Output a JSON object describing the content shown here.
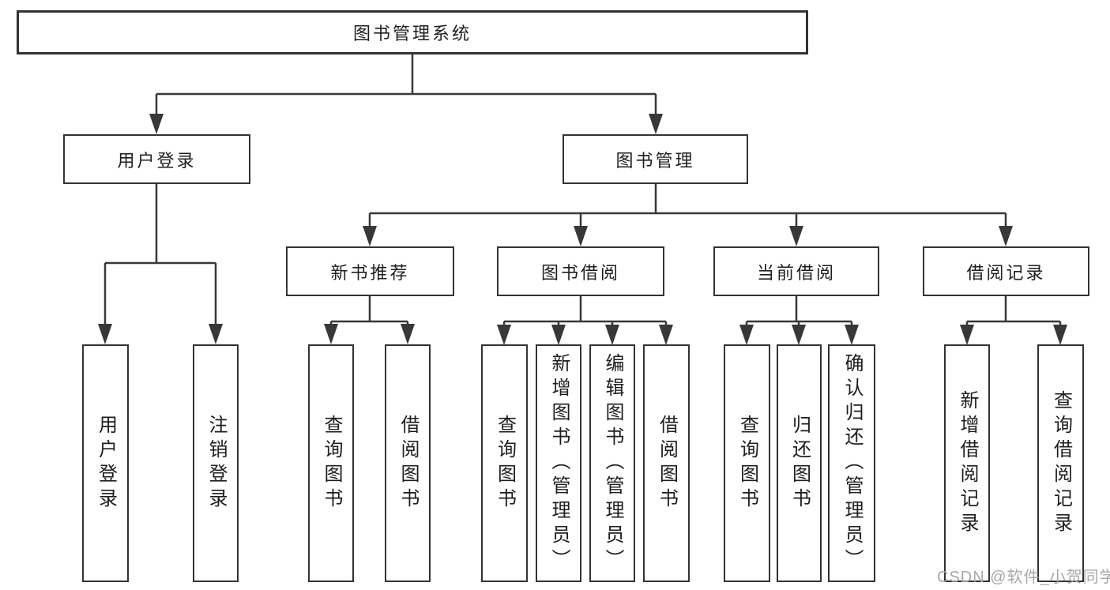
{
  "diagram": {
    "root": {
      "label": "图书管理系统",
      "children": [
        {
          "label": "用户登录",
          "children": [
            {
              "label": "用户登录"
            },
            {
              "label": "注销登录"
            }
          ]
        },
        {
          "label": "图书管理",
          "children": [
            {
              "label": "新书推荐",
              "children": [
                {
                  "label": "查询图书"
                },
                {
                  "label": "借阅图书"
                }
              ]
            },
            {
              "label": "图书借阅",
              "children": [
                {
                  "label": "查询图书"
                },
                {
                  "label": "新增图书（管理员）"
                },
                {
                  "label": "编辑图书（管理员）"
                },
                {
                  "label": "借阅图书"
                }
              ]
            },
            {
              "label": "当前借阅",
              "children": [
                {
                  "label": "查询图书"
                },
                {
                  "label": "归还图书"
                },
                {
                  "label": "确认归还（管理员）"
                }
              ]
            },
            {
              "label": "借阅记录",
              "children": [
                {
                  "label": "新增借阅记录"
                },
                {
                  "label": "查询借阅记录"
                }
              ]
            }
          ]
        }
      ]
    },
    "watermark": "CSDN @软件_小贺同学",
    "colors": {
      "line": "#383838",
      "box_border": "#333333",
      "text": "#1e1e1e",
      "watermark": "#a8a8a8",
      "background": "#ffffff"
    }
  }
}
